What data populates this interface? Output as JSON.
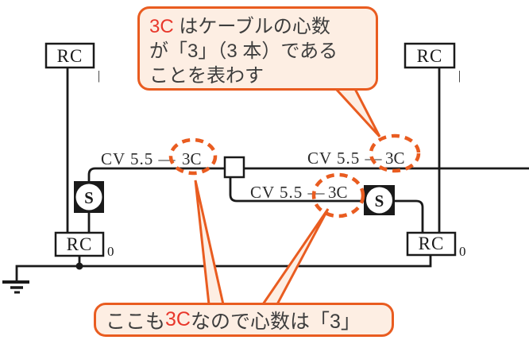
{
  "diagram": {
    "devices": {
      "rc_top_left": {
        "label": "RC",
        "subscript": "|"
      },
      "rc_top_right": {
        "label": "RC",
        "subscript": "|"
      },
      "rc_bottom_left": {
        "label": "RC",
        "subscript": "0"
      },
      "rc_bottom_right": {
        "label": "RC",
        "subscript": "0"
      },
      "switch_left": {
        "label": "S"
      },
      "switch_right": {
        "label": "S"
      }
    },
    "cables": {
      "left": {
        "label_prefix": "CV 5.5 —",
        "cores": "3C"
      },
      "right": {
        "label_prefix": "CV 5.5 —",
        "cores": "3C"
      },
      "middle": {
        "label_prefix": "CV 5.5 —",
        "cores": "3C"
      }
    }
  },
  "annotations": {
    "top_bubble": {
      "highlight": "3C",
      "line1_rest": " はケーブルの心数",
      "line2": "が「3」（3 本）である",
      "line3": "ことを表わす"
    },
    "bottom_bubble": {
      "pre": "ここも ",
      "highlight": "3C",
      "post": " なので心数は「3」"
    }
  },
  "colors": {
    "accent_orange": "#e95c20",
    "highlight_red": "#e8372b",
    "bubble_fill": "#fdeee3",
    "line_black": "#1a1a1a"
  }
}
